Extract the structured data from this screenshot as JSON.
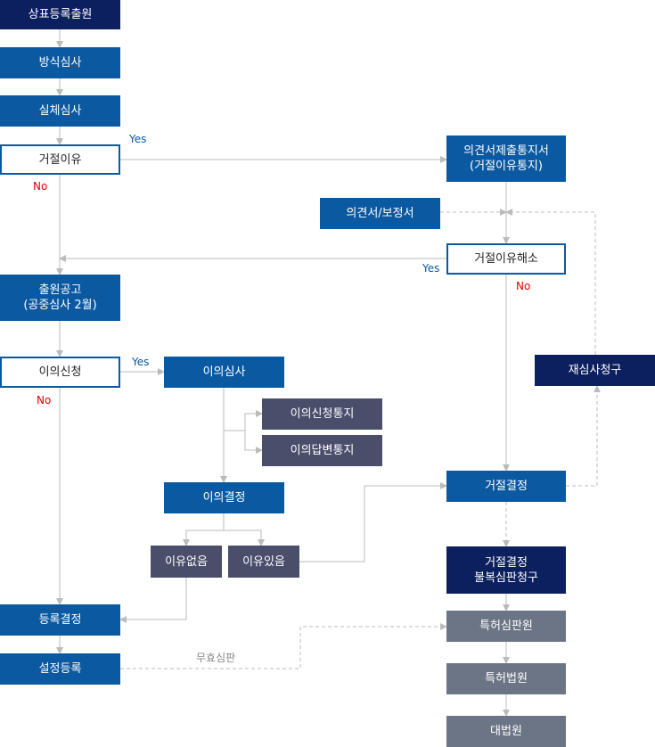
{
  "nodes": {
    "application": "상표등록출원",
    "formality": "방식심사",
    "substantive": "실체심사",
    "rejection_reason": "거절이유",
    "opinion_notice": "의견서제출통지서\n(거절이유통지)",
    "opinion_amend": "의견서/보정서",
    "rejection_resolved": "거절이유해소",
    "publication": "출원공고\n(공중심사 2월)",
    "opposition": "이의신청",
    "opposition_review": "이의심사",
    "reexam": "재심사청구",
    "opposition_notice": "이의신청통지",
    "opposition_reply": "이의답변통지",
    "opposition_decision": "이의결정",
    "no_grounds": "이유없음",
    "grounds": "이유있음",
    "rejection_decision": "거절결정",
    "appeal": "거절결정\n불복심판청구",
    "registration_decision": "등록결정",
    "ip_tribunal": "특허심판원",
    "registration": "설정등록",
    "patent_court": "특허법원",
    "supreme_court": "대법원"
  },
  "labels": {
    "yes1": "Yes",
    "no1": "No",
    "yes2": "Yes",
    "no2": "No",
    "yes3": "Yes",
    "no3": "No",
    "invalidation": "무효심판"
  }
}
